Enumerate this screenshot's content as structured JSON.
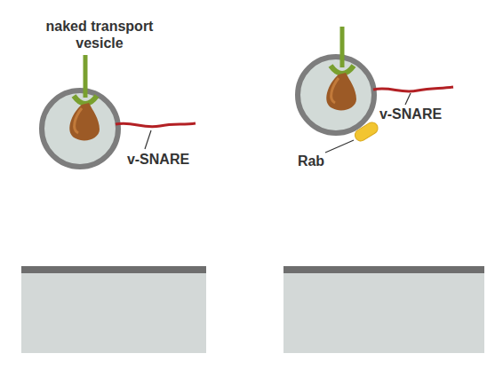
{
  "diagram": {
    "labels": [
      "naked transport vesicle",
      "v-SNARE",
      "v-SNARE",
      "Rab"
    ]
  }
}
